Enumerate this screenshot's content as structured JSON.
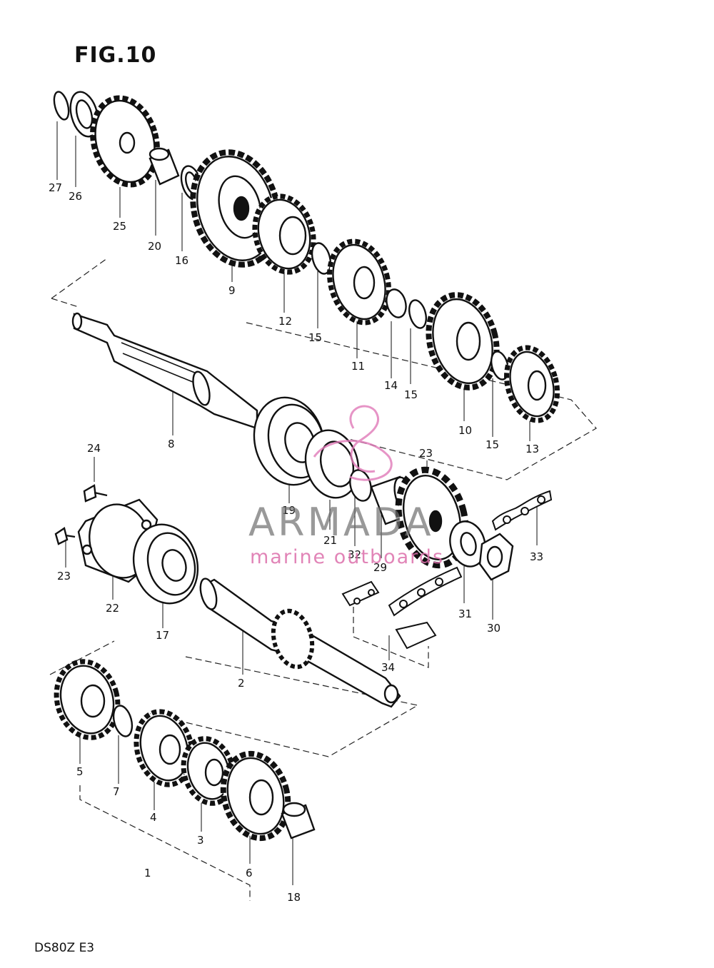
{
  "figure": {
    "title": "FIG.10",
    "model_code": "DS80Z E3"
  },
  "watermark": {
    "brand": "ARMADA",
    "tagline": "marine outboards",
    "colors": {
      "brand": "#6e6e6e",
      "tagline": "#dc6eaa",
      "logo": "#e07ab8"
    }
  },
  "part_labels": [
    "27",
    "26",
    "25",
    "20",
    "16",
    "9",
    "12",
    "15",
    "11",
    "14",
    "15",
    "10",
    "15",
    "13",
    "8",
    "24",
    "19",
    "21",
    "32",
    "29",
    "23",
    "33",
    "23",
    "22",
    "17",
    "31",
    "30",
    "2",
    "34",
    "5",
    "7",
    "4",
    "3",
    "6",
    "18",
    "1"
  ]
}
